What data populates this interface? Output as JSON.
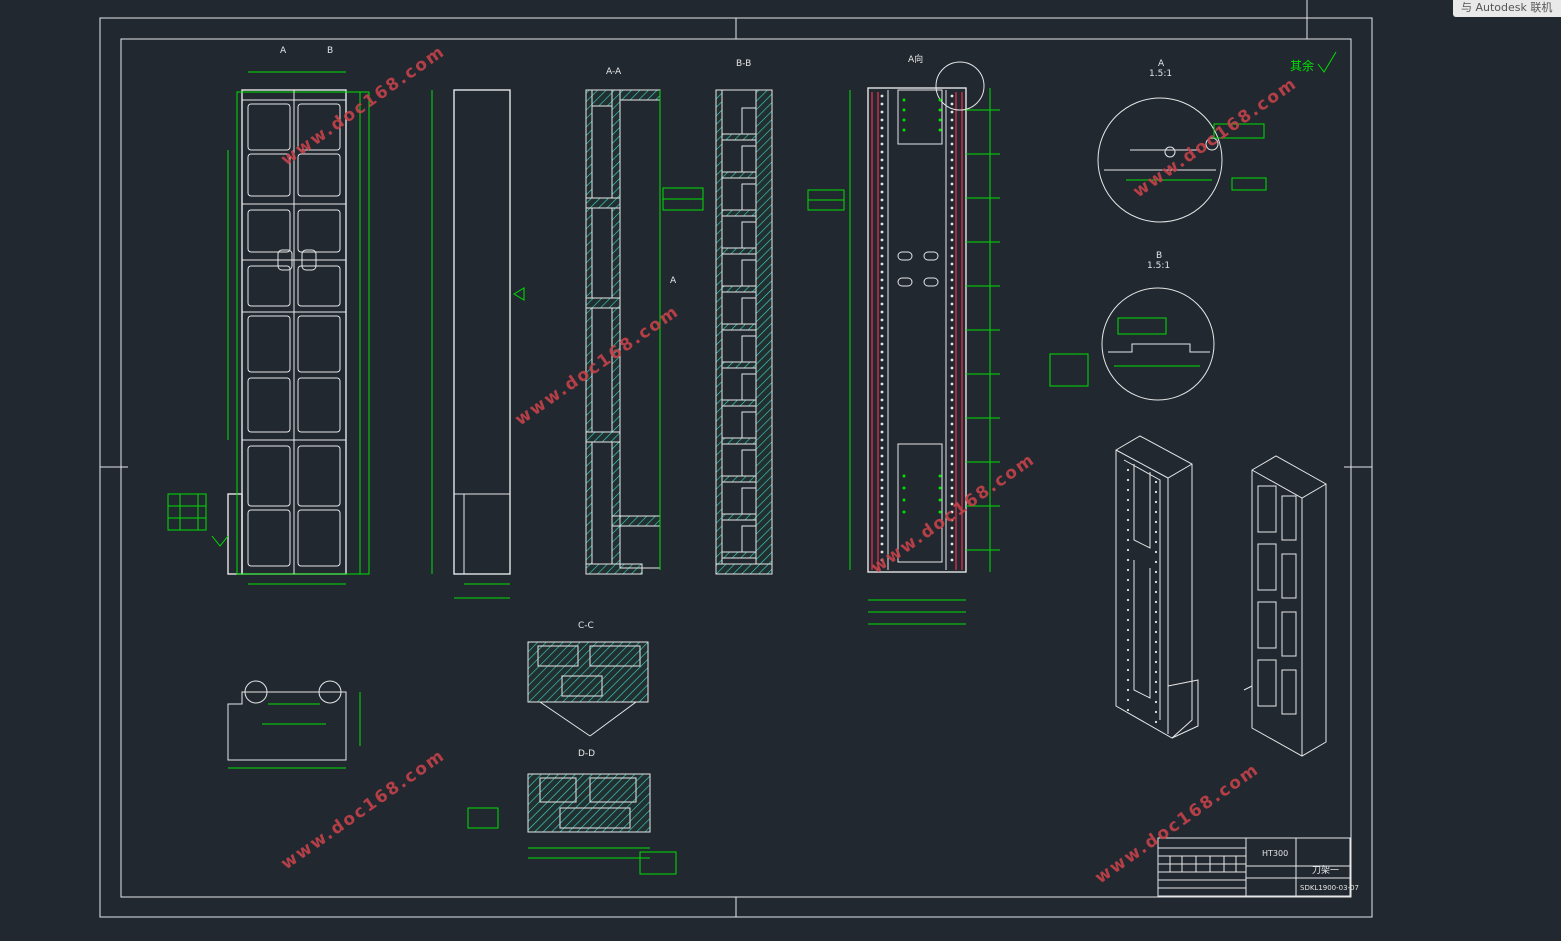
{
  "overlay": {
    "autodesk_text": "与 Autodesk 联机"
  },
  "views": {
    "section_aa": "A-A",
    "section_bb": "B-B",
    "section_cc": "C-C",
    "section_dd": "D-D",
    "view_a_top": "A",
    "view_b_top": "B",
    "view_a_right": "A向",
    "detail_a": "A",
    "detail_a_scale": "1.5:1",
    "detail_b": "B",
    "detail_b_scale": "1.5:1"
  },
  "notes": {
    "surface_rest": "其余"
  },
  "watermark": {
    "text": "www.doc168.com"
  },
  "title_block": {
    "material": "HT300",
    "part_name": "刀架一",
    "drawing_no": "SDKL1900-03-07"
  },
  "colors": {
    "background": "#212830",
    "geometry": "#e6e6e6",
    "dimensions": "#00e000",
    "watermark": "#c9434a",
    "hatch": "#3fd7d7"
  }
}
